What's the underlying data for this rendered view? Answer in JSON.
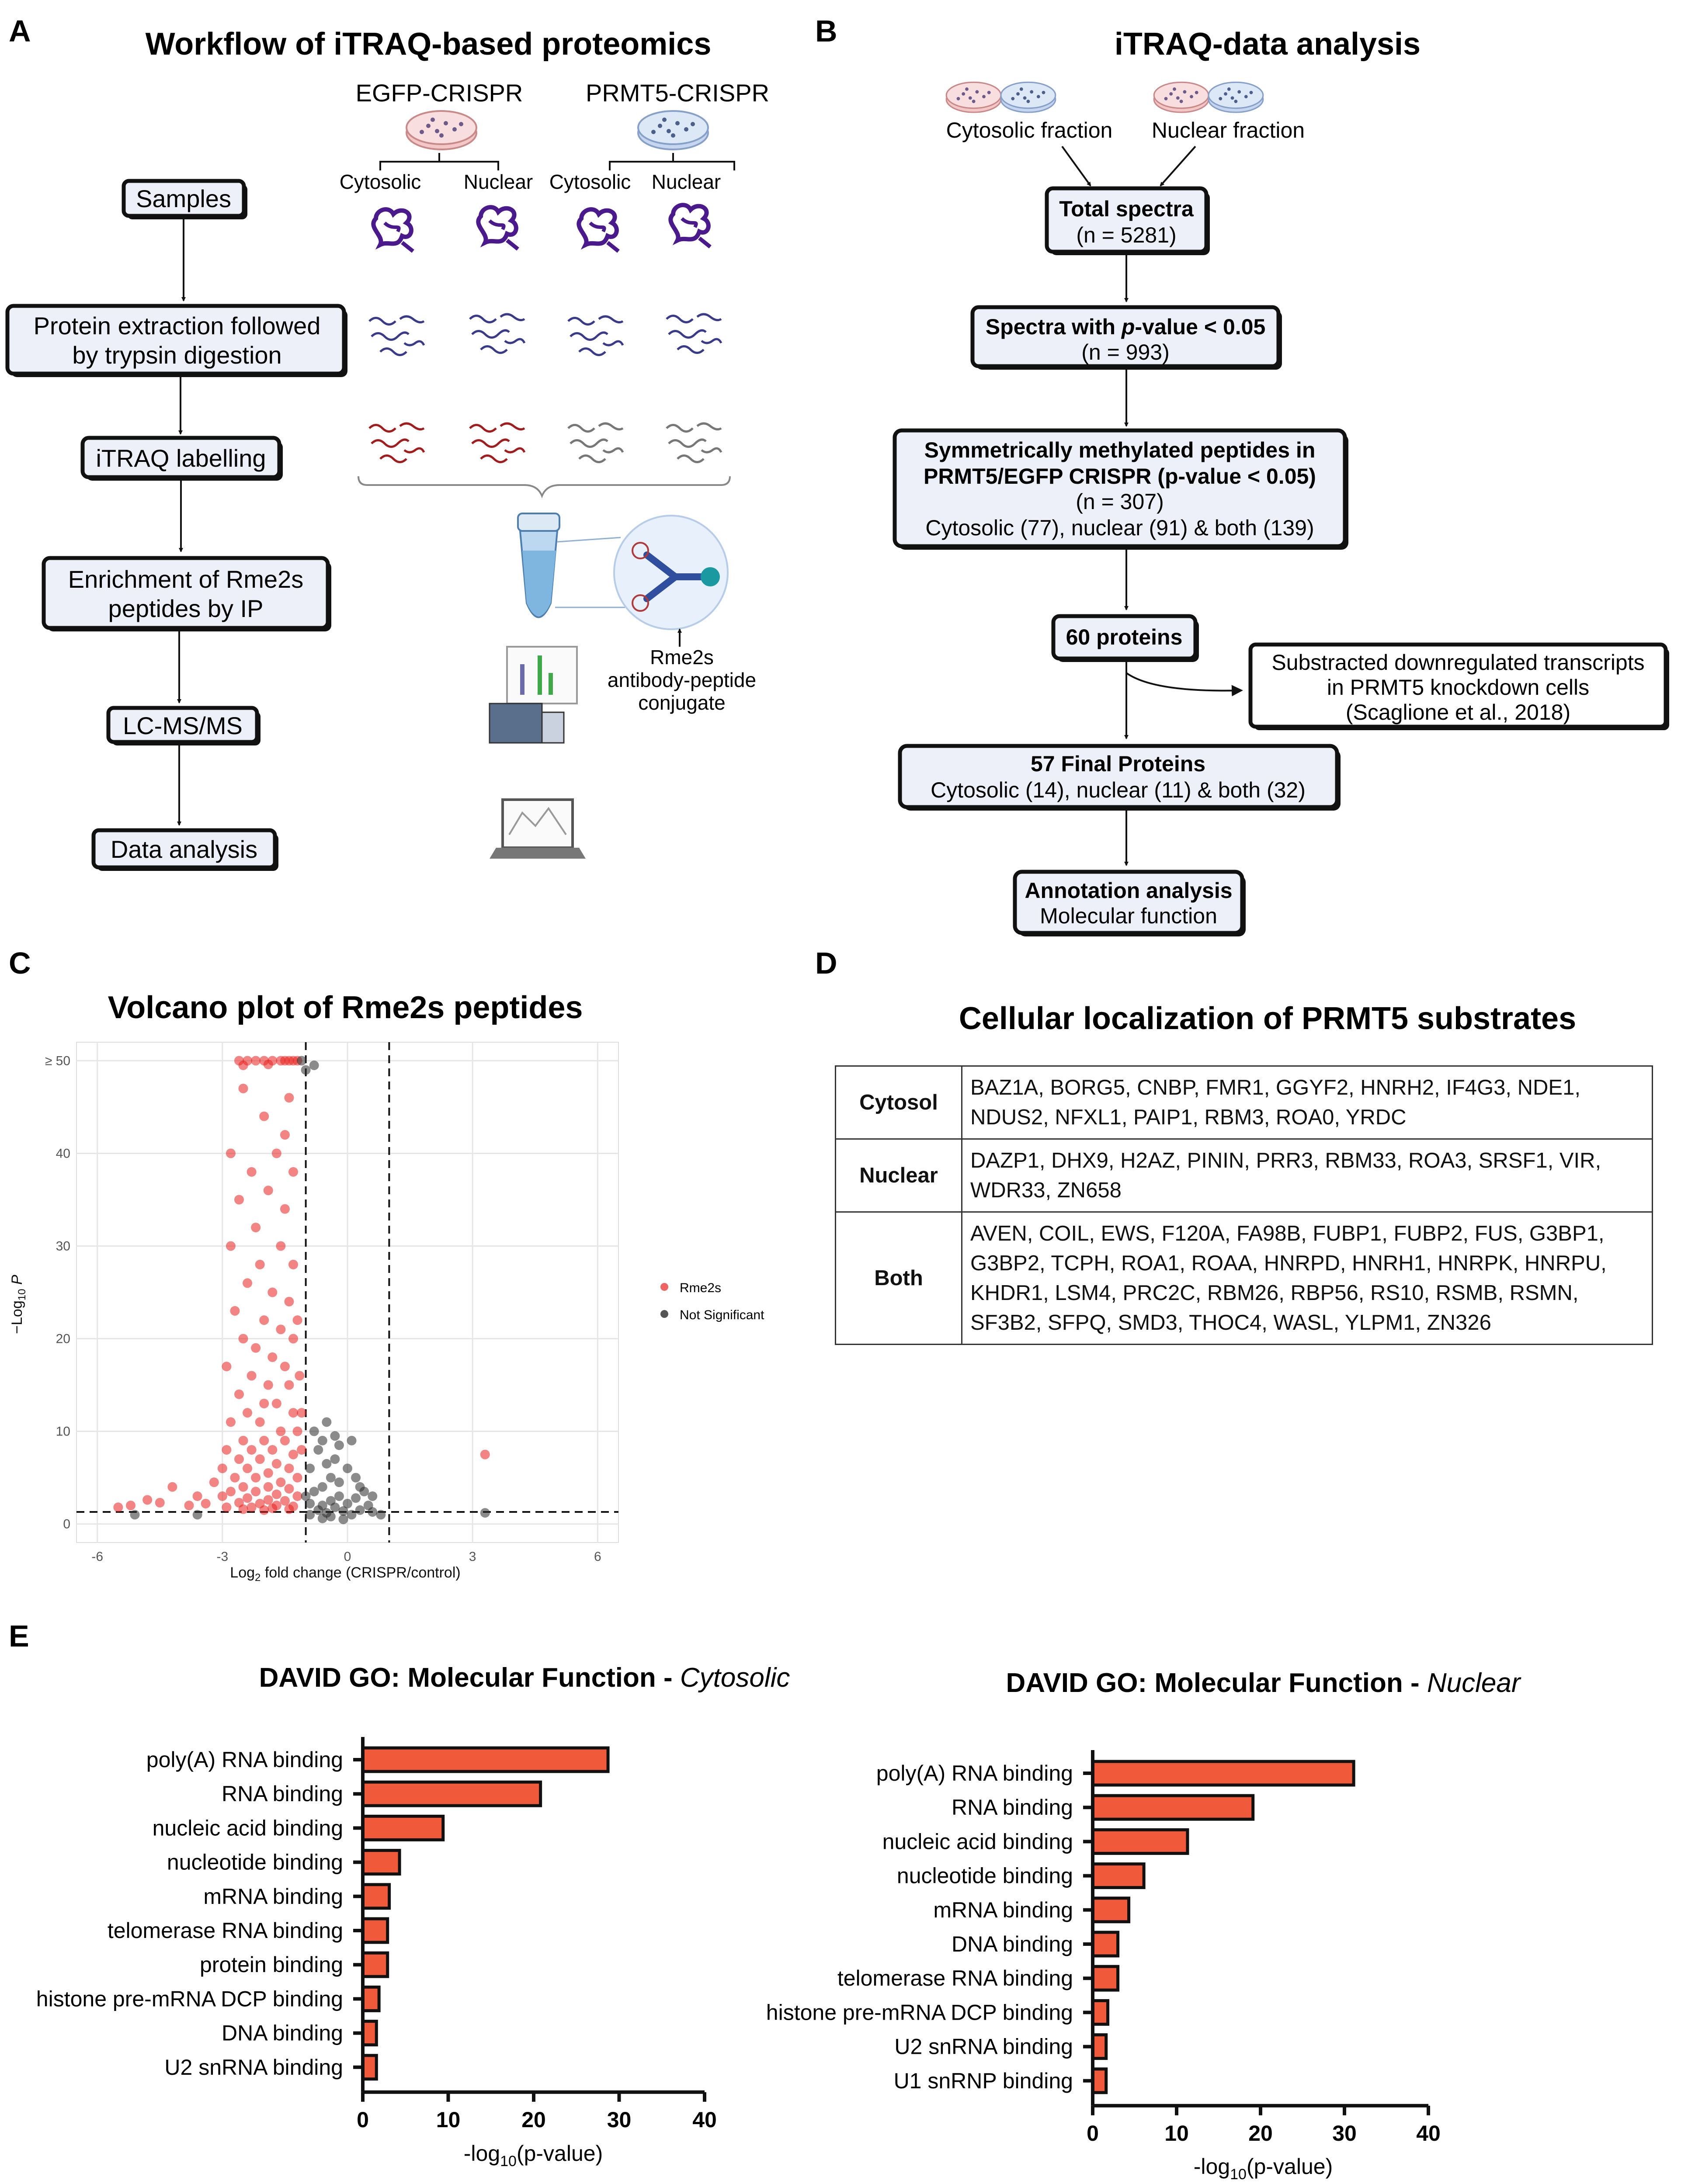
{
  "panel_letters": {
    "a": "A",
    "b": "B",
    "c": "C",
    "d": "D",
    "e": "E"
  },
  "panel_a": {
    "title": "Workflow of iTRAQ-based proteomics",
    "conditions": [
      "EGFP-CRISPR",
      "PRMT5-CRISPR"
    ],
    "fractions": [
      "Cytosolic",
      "Nuclear",
      "Cytosolic",
      "Nuclear"
    ],
    "steps": [
      {
        "line1": "Samples",
        "line2": ""
      },
      {
        "line1": "Protein extraction followed",
        "line2": "by trypsin digestion"
      },
      {
        "line1": "iTRAQ labelling",
        "line2": ""
      },
      {
        "line1": "Enrichment of  Rme2s",
        "line2": "peptides by IP"
      },
      {
        "line1": "LC-MS/MS",
        "line2": ""
      },
      {
        "line1": "Data analysis",
        "line2": ""
      }
    ],
    "antibody_label": [
      "Rme2s",
      "antibody-peptide",
      "conjugate"
    ]
  },
  "panel_b": {
    "title": "iTRAQ-data analysis",
    "fractions": [
      "Cytosolic fraction",
      "Nuclear fraction"
    ],
    "box1": [
      "Total spectra",
      "(n = 5281)"
    ],
    "box2": [
      "Spectra with ",
      "p",
      "-value < 0.05",
      "(n = 993)"
    ],
    "box3": [
      "Symmetrically methylated peptides in",
      "PRMT5/EGFP CRISPR (p-value < 0.05)",
      "(n = 307)",
      "Cytosolic (77), nuclear (91) & both (139)"
    ],
    "box4": "60 proteins",
    "side_box": [
      "Substracted downregulated transcripts",
      "in  PRMT5 knockdown cells",
      "(Scaglione et al., 2018)"
    ],
    "box5": [
      "57 Final Proteins",
      "Cytosolic (14), nuclear (11) & both (32)"
    ],
    "box6": [
      "Annotation analysis",
      "Molecular function"
    ]
  },
  "panel_c": {
    "title": "Volcano plot of Rme2s peptides",
    "xlabel_pre": "Log",
    "xlabel_sub": "2",
    "xlabel_post": " fold change (CRISPR/control)",
    "ylabel_pre": "−Log",
    "ylabel_sub": "10",
    "ylabel_post": " P",
    "legend": [
      "Rme2s",
      "Not Significant"
    ],
    "colors": {
      "rme2s": "#e8211e",
      "not_sig": "#2b2b2b",
      "grid": "#e6e6e6"
    }
  },
  "panel_d": {
    "title": "Cellular localization of PRMT5 substrates",
    "rows": [
      {
        "category": "Cytosol",
        "proteins": "BAZ1A, BORG5, CNBP, FMR1, GGYF2, HNRH2, IF4G3, NDE1, NDUS2, NFXL1, PAIP1, RBM3, ROA0, YRDC"
      },
      {
        "category": "Nuclear",
        "proteins": "DAZP1, DHX9, H2AZ, PININ, PRR3, RBM33, ROA3, SRSF1, VIR, WDR33, ZN658"
      },
      {
        "category": "Both",
        "proteins": "AVEN, COIL, EWS, F120A, FA98B, FUBP1, FUBP2, FUS, G3BP1, G3BP2, TCPH, ROA1, ROAA, HNRPD, HNRH1, HNRPK, HNRPU, KHDR1, LSM4, PRC2C, RBM26, RBP56, RS10, RSMB, RSMN, SF3B2, SFPQ, SMD3, THOC4, WASL, YLPM1, ZN326"
      }
    ]
  },
  "panel_e": {
    "left_title": "DAVID GO: Molecular Function - ",
    "left_title_italic": "Cytosolic",
    "right_title": "DAVID GO: Molecular Function - ",
    "right_title_italic": "Nuclear",
    "xlabel_pre": "-log",
    "xlabel_sub": "10",
    "xlabel_post": "(p-value)",
    "bar_color": "#f05a3a"
  },
  "chart_data": [
    {
      "type": "scatter",
      "title": "Volcano plot of Rme2s peptides",
      "xlabel": "Log2 fold change (CRISPR/control)",
      "ylabel": "−Log10 P",
      "xlim": [
        -6.5,
        6.5
      ],
      "ylim": [
        -2,
        52
      ],
      "xticks": [
        -6,
        -3,
        0,
        3,
        6
      ],
      "yticks": [
        0,
        10,
        20,
        30,
        40,
        50
      ],
      "ytick_labels": [
        "0",
        "10",
        "20",
        "30",
        "40",
        "≥ 50"
      ],
      "thresholds": {
        "x": [
          -1,
          1
        ],
        "y": 1.3
      },
      "grid": true,
      "legend_position": "right",
      "series": [
        {
          "name": "Rme2s",
          "points": [
            [
              -2.6,
              50
            ],
            [
              -2.4,
              50
            ],
            [
              -2.2,
              50
            ],
            [
              -2.0,
              50
            ],
            [
              -1.8,
              50
            ],
            [
              -1.6,
              50
            ],
            [
              -1.5,
              50
            ],
            [
              -1.4,
              50
            ],
            [
              -1.3,
              50
            ],
            [
              -1.2,
              50
            ],
            [
              -2.5,
              49.5
            ],
            [
              -1.9,
              49.6
            ],
            [
              -2.5,
              47
            ],
            [
              -1.4,
              46
            ],
            [
              -2.0,
              44
            ],
            [
              -1.5,
              42
            ],
            [
              -2.8,
              40
            ],
            [
              -1.7,
              40
            ],
            [
              -2.3,
              38
            ],
            [
              -1.3,
              38
            ],
            [
              -2.6,
              35
            ],
            [
              -1.9,
              36
            ],
            [
              -1.5,
              34
            ],
            [
              -2.2,
              32
            ],
            [
              -2.8,
              30
            ],
            [
              -1.6,
              30
            ],
            [
              -1.3,
              28
            ],
            [
              -2.1,
              28
            ],
            [
              -2.4,
              26
            ],
            [
              -1.8,
              25
            ],
            [
              -1.4,
              24
            ],
            [
              -2.7,
              23
            ],
            [
              -2.0,
              22
            ],
            [
              -1.6,
              21
            ],
            [
              -2.5,
              20
            ],
            [
              -1.3,
              20
            ],
            [
              -2.2,
              19
            ],
            [
              -1.8,
              18
            ],
            [
              -2.9,
              17
            ],
            [
              -1.5,
              17
            ],
            [
              -2.3,
              16
            ],
            [
              -1.9,
              15
            ],
            [
              -1.4,
              15
            ],
            [
              -2.6,
              14
            ],
            [
              -2.0,
              13
            ],
            [
              -1.7,
              13
            ],
            [
              -1.3,
              12
            ],
            [
              -2.4,
              12
            ],
            [
              -2.8,
              11
            ],
            [
              -2.1,
              11
            ],
            [
              -1.6,
              10
            ],
            [
              -1.2,
              10
            ],
            [
              -2.5,
              9
            ],
            [
              -2.0,
              9
            ],
            [
              -1.5,
              9
            ],
            [
              -2.9,
              8
            ],
            [
              -2.3,
              8
            ],
            [
              -1.8,
              8
            ],
            [
              -1.3,
              7.5
            ],
            [
              -2.6,
              7
            ],
            [
              -2.1,
              7
            ],
            [
              -1.7,
              6.5
            ],
            [
              -1.4,
              6
            ],
            [
              -3.0,
              6
            ],
            [
              -2.4,
              6
            ],
            [
              -1.9,
              5.5
            ],
            [
              -1.2,
              5
            ],
            [
              -2.7,
              5
            ],
            [
              -2.2,
              5
            ],
            [
              -1.6,
              4.5
            ],
            [
              -3.2,
              4.5
            ],
            [
              -2.5,
              4
            ],
            [
              -1.9,
              4
            ],
            [
              -1.4,
              3.8
            ],
            [
              -2.8,
              3.5
            ],
            [
              -2.2,
              3.5
            ],
            [
              -1.7,
              3.2
            ],
            [
              -1.2,
              3
            ],
            [
              -3.0,
              3
            ],
            [
              -2.4,
              2.8
            ],
            [
              -1.9,
              2.6
            ],
            [
              -1.5,
              2.5
            ],
            [
              -2.6,
              2.3
            ],
            [
              -2.1,
              2.2
            ],
            [
              -1.7,
              2
            ],
            [
              -1.3,
              1.9
            ],
            [
              -2.9,
              1.8
            ],
            [
              -2.3,
              1.8
            ],
            [
              -1.8,
              1.7
            ],
            [
              -1.4,
              1.6
            ],
            [
              -2.5,
              1.6
            ],
            [
              -2.0,
              1.5
            ],
            [
              -3.6,
              3
            ],
            [
              -3.8,
              2
            ],
            [
              -4.2,
              4
            ],
            [
              -4.5,
              2.3
            ],
            [
              -5.2,
              2
            ],
            [
              -5.5,
              1.8
            ],
            [
              -4.8,
              2.6
            ],
            [
              -3.4,
              2.2
            ],
            [
              -1.1,
              8
            ],
            [
              -1.1,
              12
            ],
            [
              -1.15,
              16
            ],
            [
              -1.2,
              22
            ],
            [
              3.3,
              7.5
            ]
          ]
        },
        {
          "name": "Not Significant",
          "points": [
            [
              -1.1,
              50
            ],
            [
              -0.8,
              49.5
            ],
            [
              -1.0,
              49
            ],
            [
              -0.9,
              1
            ],
            [
              -0.7,
              1.5
            ],
            [
              -0.6,
              2
            ],
            [
              -0.5,
              1.2
            ],
            [
              -0.4,
              2.5
            ],
            [
              -0.3,
              1.8
            ],
            [
              -0.2,
              3
            ],
            [
              -0.1,
              1.4
            ],
            [
              0.0,
              2.2
            ],
            [
              0.1,
              1
            ],
            [
              0.2,
              2.8
            ],
            [
              0.3,
              1.5
            ],
            [
              -0.8,
              3.5
            ],
            [
              -0.6,
              4
            ],
            [
              -0.4,
              5
            ],
            [
              -0.2,
              4.5
            ],
            [
              0.0,
              6
            ],
            [
              -0.5,
              6.5
            ],
            [
              -0.3,
              7
            ],
            [
              -0.7,
              8
            ],
            [
              -0.2,
              8.5
            ],
            [
              0.2,
              5
            ],
            [
              0.4,
              3.5
            ],
            [
              0.5,
              2
            ],
            [
              0.6,
              1.3
            ],
            [
              -0.9,
              6
            ],
            [
              -0.8,
              10
            ],
            [
              -0.5,
              11
            ],
            [
              -0.3,
              9.5
            ],
            [
              0.1,
              9
            ],
            [
              -0.6,
              9
            ],
            [
              -1.0,
              3
            ],
            [
              -0.9,
              2.2
            ],
            [
              0.3,
              4
            ],
            [
              0.6,
              3
            ],
            [
              0.8,
              1
            ],
            [
              -5.1,
              1
            ],
            [
              -3.6,
              1
            ],
            [
              3.3,
              1.2
            ],
            [
              -0.1,
              0.5
            ],
            [
              -0.4,
              0.8
            ],
            [
              -0.6,
              0.6
            ]
          ]
        }
      ]
    },
    {
      "type": "bar",
      "title": "DAVID GO: Molecular Function - Cytosolic",
      "orientation": "horizontal",
      "categories": [
        "poly(A) RNA binding",
        "RNA binding",
        "nucleic acid binding",
        "nucleotide binding",
        "mRNA binding",
        "telomerase RNA binding",
        "protein binding",
        "histone pre-mRNA DCP binding",
        "DNA binding",
        "U2 snRNA binding"
      ],
      "values": [
        28.7,
        20.8,
        9.4,
        4.3,
        3.1,
        2.9,
        2.9,
        1.9,
        1.6,
        1.6
      ],
      "xlabel": "-log10(p-value)",
      "xlim": [
        0,
        40
      ],
      "xticks": [
        0,
        10,
        20,
        30,
        40
      ]
    },
    {
      "type": "bar",
      "title": "DAVID GO: Molecular Function - Nuclear",
      "orientation": "horizontal",
      "categories": [
        "poly(A) RNA binding",
        "RNA binding",
        "nucleic acid binding",
        "nucleotide binding",
        "mRNA binding",
        "DNA binding",
        "telomerase RNA binding",
        "histone pre-mRNA DCP binding",
        "U2 snRNA binding",
        "U1 snRNP binding"
      ],
      "values": [
        31.1,
        19.1,
        11.3,
        6.1,
        4.3,
        3.0,
        3.0,
        1.8,
        1.6,
        1.6
      ],
      "xlabel": "-log10(p-value)",
      "xlim": [
        0,
        40
      ],
      "xticks": [
        0,
        10,
        20,
        30,
        40
      ]
    }
  ]
}
